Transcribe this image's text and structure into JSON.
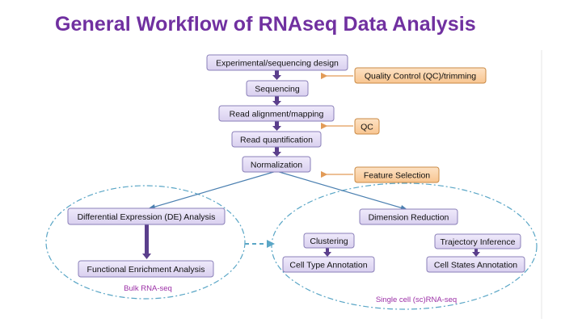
{
  "title": "General Workflow of RNAseq Data Analysis",
  "colors": {
    "title": "#7030a0",
    "node_fill": "#e4def4",
    "node_border": "#8a7fb8",
    "qc_fill": "#fbd3a6",
    "qc_border": "#c98a45",
    "qc_arrow": "#e29b57",
    "branch_line": "#4a7fb0",
    "ellipse_stroke": "#5aa6c6",
    "arrow_fill": "#5b3f8c",
    "group_label": "#9b2fa6"
  },
  "steps": {
    "design": "Experimental/sequencing design",
    "sequencing": "Sequencing",
    "alignment": "Read alignment/mapping",
    "quantification": "Read quantification",
    "normalization": "Normalization"
  },
  "quality_notes": {
    "qc_trimming": "Quality Control (QC)/trimming",
    "qc": "QC",
    "feature_selection": "Feature Selection"
  },
  "bulk": {
    "de_analysis": "Differential Expression (DE) Analysis",
    "enrichment": "Functional Enrichment Analysis",
    "label": "Bulk RNA-seq"
  },
  "single_cell": {
    "dim_reduction": "Dimension Reduction",
    "clustering": "Clustering",
    "cell_type": "Cell Type Annotation",
    "trajectory": "Trajectory Inference",
    "cell_states": "Cell States Annotation",
    "label": "Single cell (sc)RNA-seq"
  }
}
